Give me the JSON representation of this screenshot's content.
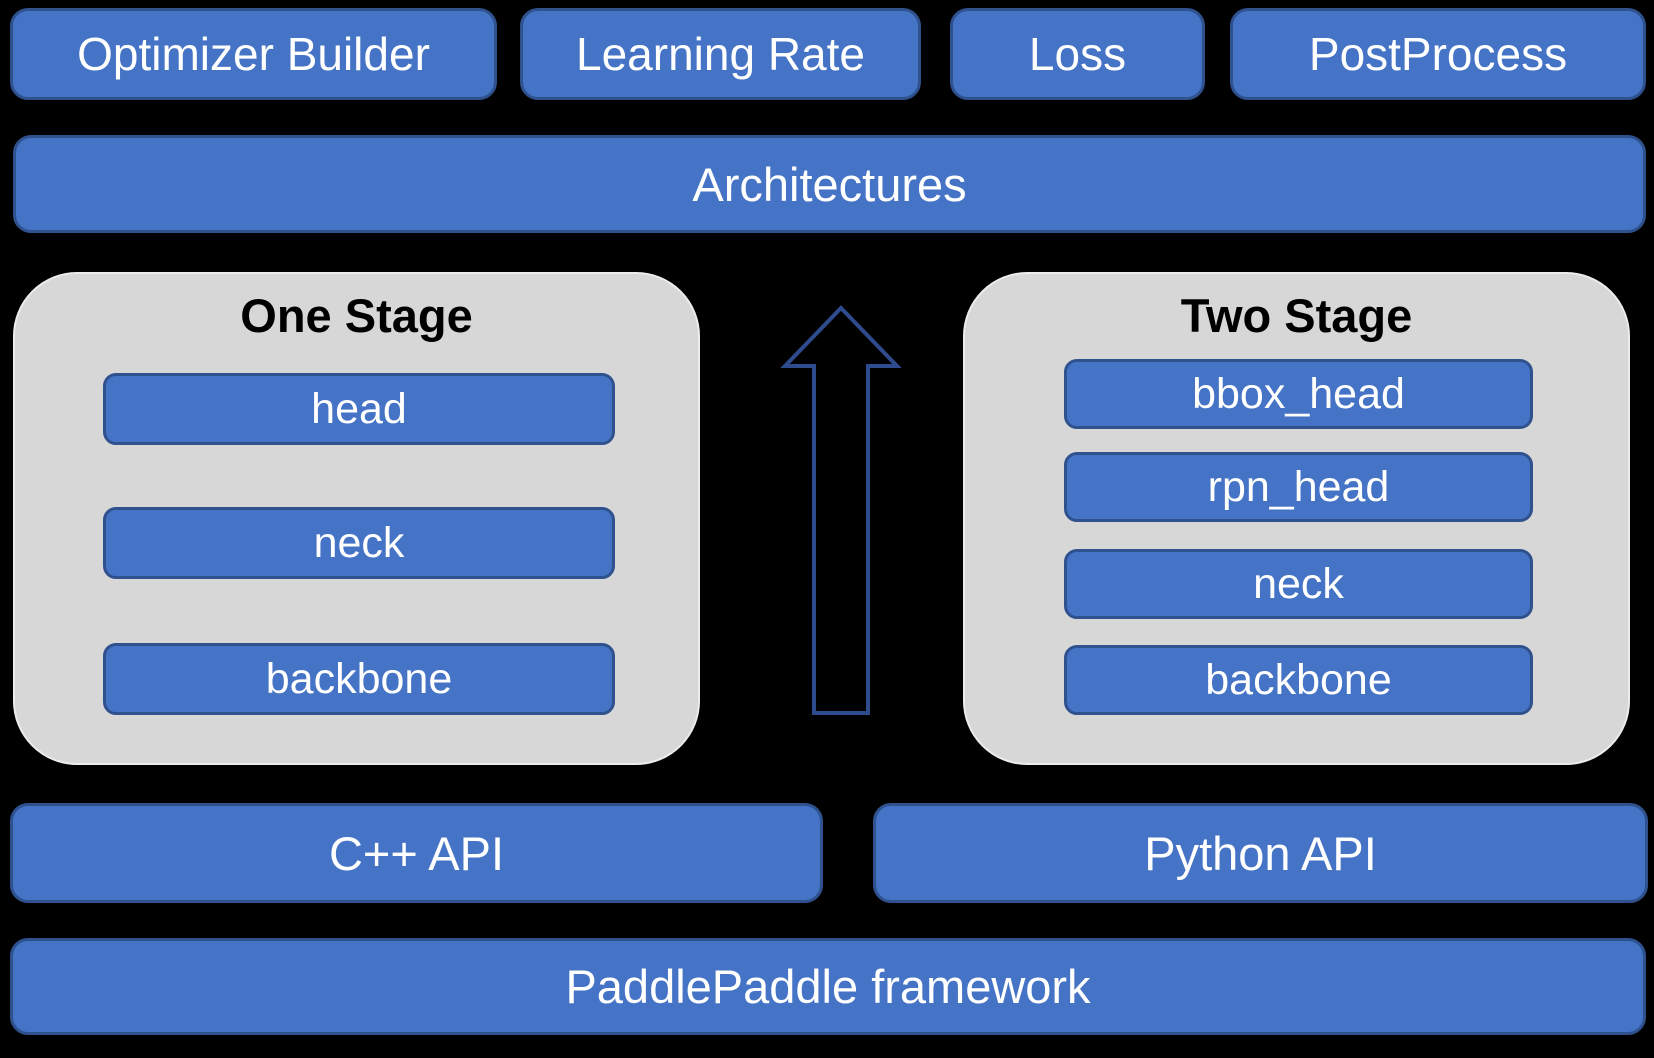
{
  "diagram": {
    "top_row": {
      "items": [
        {
          "label": "Optimizer Builder"
        },
        {
          "label": "Learning Rate"
        },
        {
          "label": "Loss"
        },
        {
          "label": "PostProcess"
        }
      ]
    },
    "architectures": {
      "label": "Architectures"
    },
    "one_stage": {
      "title": "One Stage",
      "layers": [
        {
          "label": "head"
        },
        {
          "label": "neck"
        },
        {
          "label": "backbone"
        }
      ]
    },
    "two_stage": {
      "title": "Two Stage",
      "layers": [
        {
          "label": "bbox_head"
        },
        {
          "label": "rpn_head"
        },
        {
          "label": "neck"
        },
        {
          "label": "backbone"
        }
      ]
    },
    "arrow": {
      "direction": "up"
    },
    "api_row": {
      "items": [
        {
          "label": "C++ API"
        },
        {
          "label": "Python API"
        }
      ]
    },
    "framework": {
      "label": "PaddlePaddle framework"
    }
  },
  "colors": {
    "background": "#000000",
    "box_fill": "#4573C5",
    "box_border": "#2F528F",
    "box_text": "#FFFFFF",
    "container_fill": "#D7D7D7",
    "title_text": "#000000",
    "arrow_stroke": "#2E4B8D"
  }
}
